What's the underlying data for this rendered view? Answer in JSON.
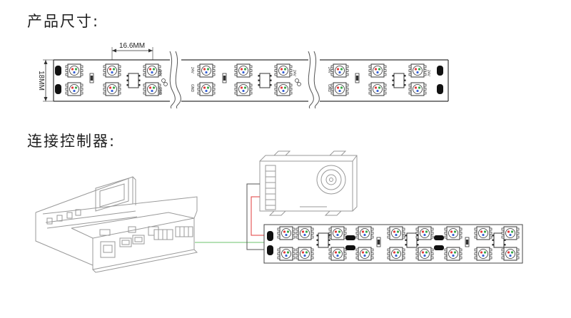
{
  "headings": {
    "product_size": "产品尺寸:",
    "connect_controller": "连接控制器:"
  },
  "dimensions": {
    "led_pitch": "16.6MM",
    "strip_width": "18MM"
  },
  "strip_labels": {
    "voltage": "24V",
    "data_in": "DI",
    "data_out": "DO",
    "ground": "GND"
  },
  "colors": {
    "strip_outline": "#333333",
    "data_wire": "#6cc36c",
    "power_wire": "#e23b3b",
    "ground_wire": "#333333",
    "device_line": "#999999"
  }
}
